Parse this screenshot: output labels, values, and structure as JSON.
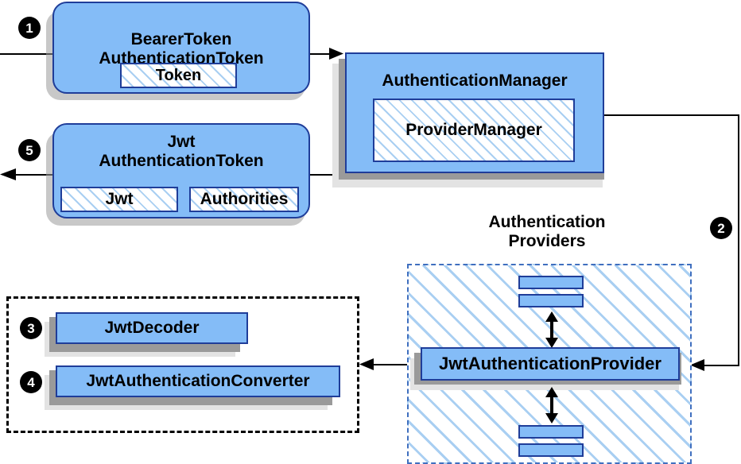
{
  "diagram": {
    "title_free_labels": {
      "auth_providers": "Authentication\nProviders",
      "auth_providers_line1": "Authentication",
      "auth_providers_line2": "Providers"
    },
    "colors": {
      "box_fill": "#84bcf7",
      "box_border": "#1f3d99",
      "hatch_line": "#a9cff2",
      "shadow": "#9a9a9a",
      "shadow_light": "#e3e3e3",
      "bullet_fill": "#000000",
      "bullet_text": "#ffffff",
      "arrow": "#000000",
      "dashed_blue": "#3f6fbf",
      "dashed_black": "#000000"
    },
    "steps": [
      {
        "number": "❶",
        "digit": "1",
        "target": "BearerTokenAuthenticationToken"
      },
      {
        "number": "❷",
        "digit": "2",
        "target": "JwtAuthenticationProvider"
      },
      {
        "number": "❸",
        "digit": "3",
        "target": "JwtDecoder"
      },
      {
        "number": "❹",
        "digit": "4",
        "target": "JwtAuthenticationConverter"
      },
      {
        "number": "❺",
        "digit": "5",
        "target": "JwtAuthenticationToken"
      }
    ],
    "nodes": {
      "bearer_token": {
        "title_line1": "BearerToken",
        "title_line2": "AuthenticationToken",
        "inner": [
          {
            "label": "Token"
          }
        ]
      },
      "jwt_token": {
        "title_line1": "Jwt",
        "title_line2": "AuthenticationToken",
        "inner": [
          {
            "label": "Jwt"
          },
          {
            "label": "Authorities"
          }
        ]
      },
      "authentication_manager": {
        "title": "AuthenticationManager",
        "inner": [
          {
            "label": "ProviderManager"
          }
        ]
      },
      "authentication_providers": {
        "caption_line1": "Authentication",
        "caption_line2": "Providers",
        "provider": {
          "label": "JwtAuthenticationProvider"
        },
        "anonymous_providers_top": [
          "",
          ""
        ],
        "anonymous_providers_bottom": [
          "",
          ""
        ]
      },
      "jwt_support": {
        "decoder": {
          "label": "JwtDecoder"
        },
        "converter": {
          "label": "JwtAuthenticationConverter"
        }
      }
    }
  }
}
